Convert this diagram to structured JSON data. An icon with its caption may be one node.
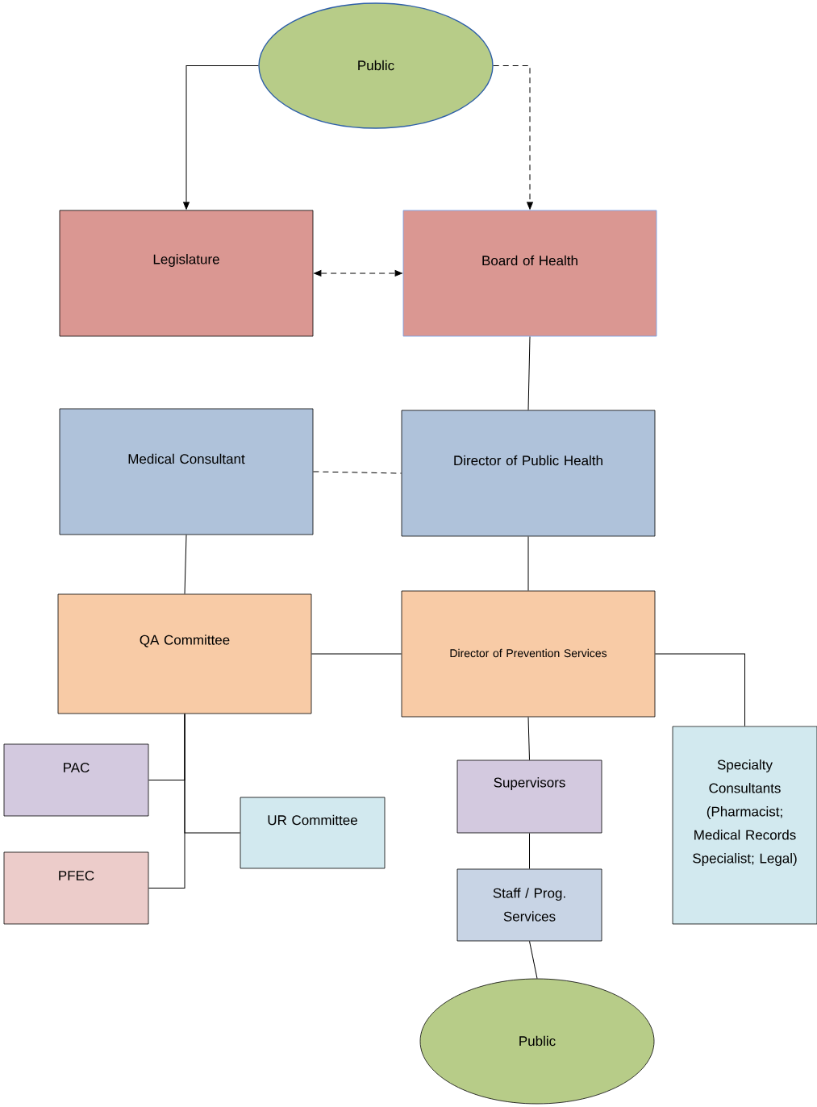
{
  "diagram": {
    "nodes": [
      {
        "text": [
          "Public"
        ]
      },
      {
        "text": [
          "Legislature"
        ]
      },
      {
        "text": [
          "Board of Health"
        ]
      },
      {
        "text": [
          "Medical Consultant"
        ]
      },
      {
        "text": [
          "Director of Public Health"
        ]
      },
      {
        "text": [
          "QA Committee"
        ]
      },
      {
        "text": [
          "Director of Prevention Services"
        ]
      },
      {
        "text": [
          "PAC"
        ]
      },
      {
        "text": [
          "UR Committee"
        ]
      },
      {
        "text": [
          "PFEC"
        ]
      },
      {
        "text": [
          "Supervisors"
        ]
      },
      {
        "text": [
          "Specialty Consultants (Pharmacist; Medical Records Specialist; Legal)"
        ]
      },
      {
        "text": [
          "Staff / Prog. Services"
        ]
      },
      {
        "text": [
          "Public"
        ]
      }
    ],
    "edges": [
      {
        "from": 0,
        "to": 1,
        "arrow": "to"
      },
      {
        "from": 0,
        "to": 2,
        "arrow": "to",
        "style": "dashed"
      },
      {
        "from": 1,
        "to": 2,
        "arrow": "both",
        "style": "dashed"
      },
      {
        "from": 2,
        "to": 4,
        "arrow": "none"
      },
      {
        "from": 3,
        "to": 4,
        "arrow": "none",
        "style": "dashed"
      },
      {
        "from": 3,
        "to": 5,
        "arrow": "none"
      },
      {
        "from": 4,
        "to": 6,
        "arrow": "none"
      },
      {
        "from": 5,
        "to": 6,
        "arrow": "none"
      },
      {
        "from": 5,
        "to": 7,
        "arrow": "none"
      },
      {
        "from": 5,
        "to": 8,
        "arrow": "none"
      },
      {
        "from": 5,
        "to": 9,
        "arrow": "none"
      },
      {
        "from": 6,
        "to": 10,
        "arrow": "none"
      },
      {
        "from": 6,
        "to": 11,
        "arrow": "none"
      },
      {
        "from": 10,
        "to": 12,
        "arrow": "none"
      },
      {
        "from": 12,
        "to": 13,
        "arrow": "none"
      }
    ]
  }
}
